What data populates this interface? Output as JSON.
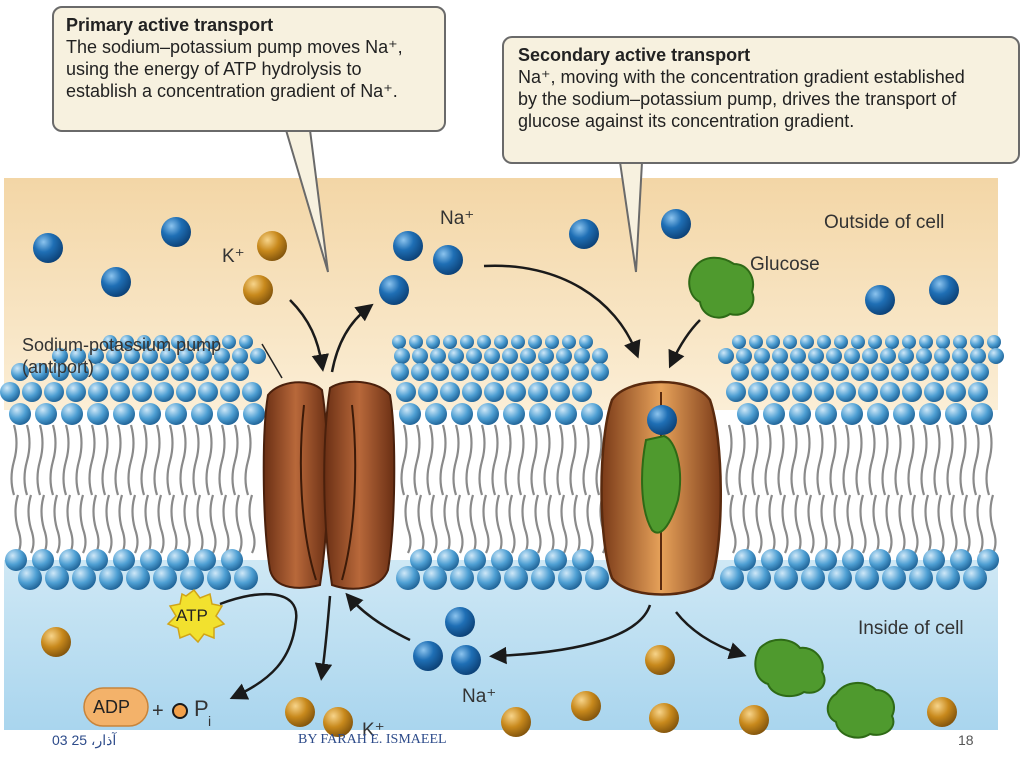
{
  "primary": {
    "title": "Primary active transport",
    "body": "The sodium–potassium pump moves Na⁺,\nusing the energy of ATP hydrolysis to\nestablish a concentration gradient of Na⁺."
  },
  "secondary": {
    "title": "Secondary active transport",
    "body": "Na⁺, moving with the concentration gradient established\nby the sodium–potassium pump, drives the transport of\nglucose against its concentration gradient."
  },
  "labels": {
    "outside": "Outside of cell",
    "inside": "Inside of cell",
    "glucose": "Glucose",
    "pump": "Sodium-potassium pump\n(antiport)",
    "na_top": "Na⁺",
    "na_bottom": "Na⁺",
    "k_top": "K⁺",
    "k_bottom": "K⁺",
    "atp": "ATP",
    "adp": "ADP",
    "plus": "+",
    "pi": "P",
    "pi_sub": "i"
  },
  "footer": {
    "date": "03 آذار، 25",
    "author": "BY FARAH E. ISMAEEL",
    "page": "18"
  },
  "colors": {
    "sodium": "#1f6fb5",
    "potassium": "#c8891c",
    "glucose": "#4f9a2e",
    "pump": "#8e4a26",
    "outside_bg": "#f6ddb2",
    "inside_bg": "#bde0f2"
  }
}
